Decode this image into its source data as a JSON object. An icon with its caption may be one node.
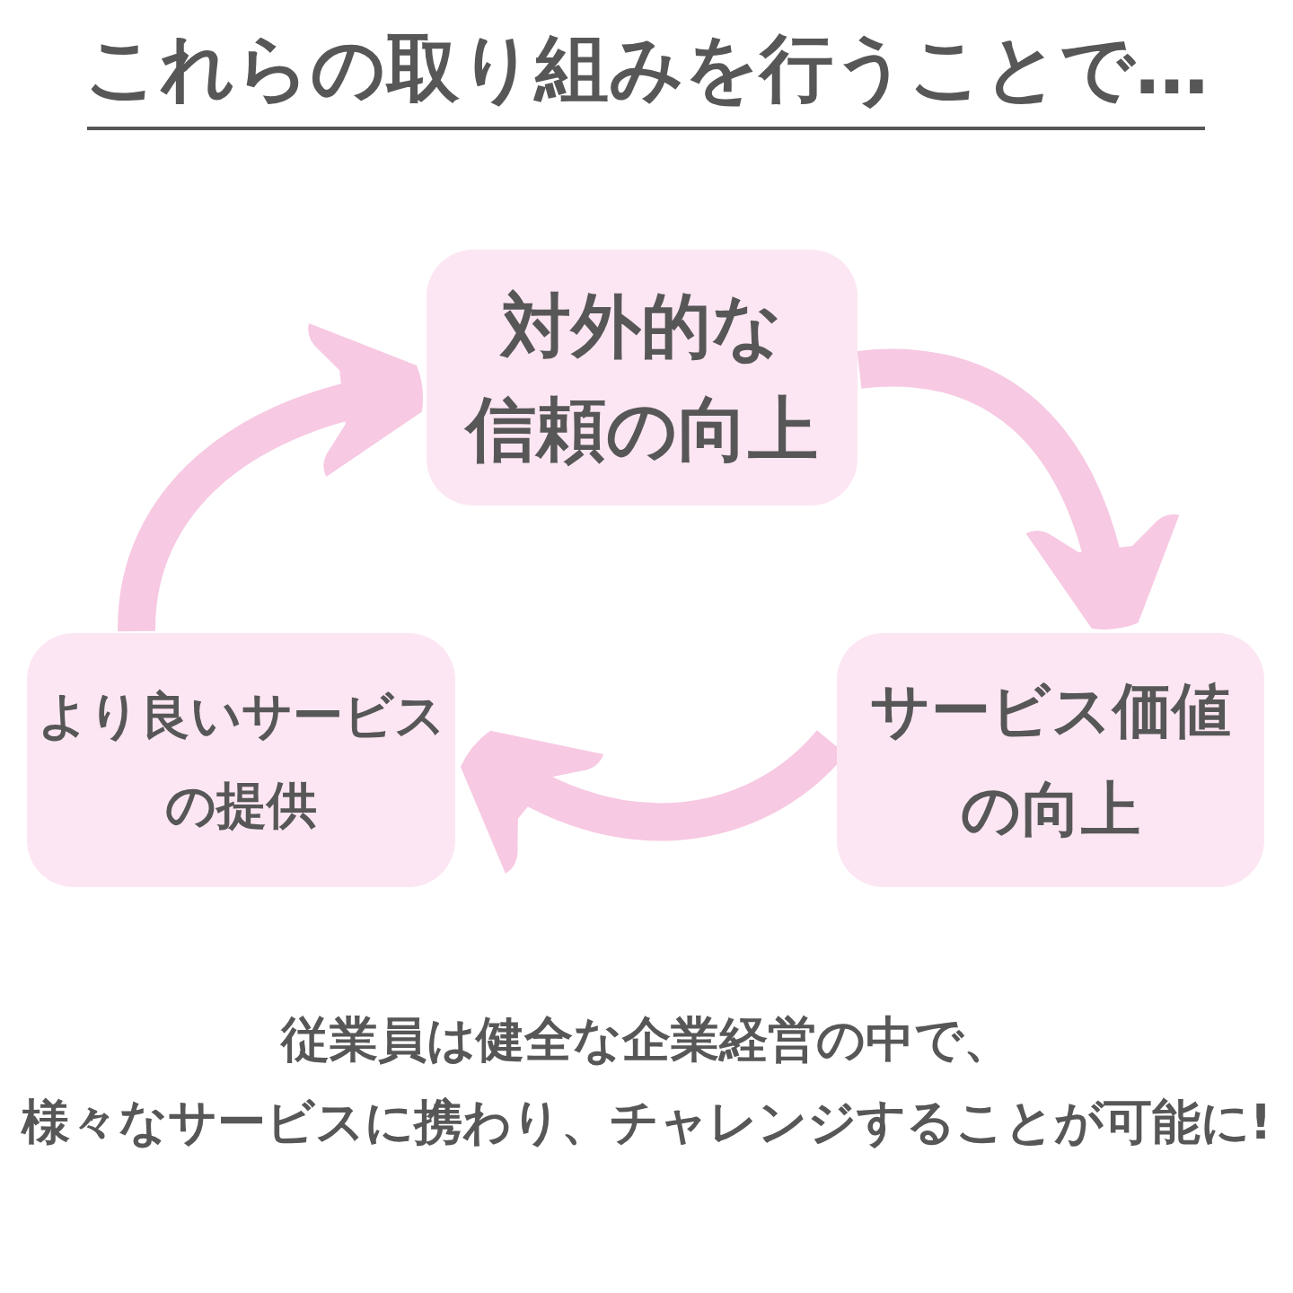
{
  "diagram": {
    "title": "これらの取り組みを行うことで…",
    "caption": "従業員は健全な企業経営の中で、様々なサービスに携わり、チャレンジすることが可能に!",
    "nodes": [
      {
        "text": [
          "対外的な信頼の向上"
        ]
      },
      {
        "text": [
          "サービス価値の向上"
        ]
      },
      {
        "text": [
          "より良いサービスの提供"
        ]
      }
    ],
    "edges": [
      {
        "from": 0,
        "to": 1,
        "arrow": "to"
      },
      {
        "from": 1,
        "to": 2,
        "arrow": "to"
      },
      {
        "from": 2,
        "to": 0,
        "arrow": "to"
      }
    ]
  }
}
